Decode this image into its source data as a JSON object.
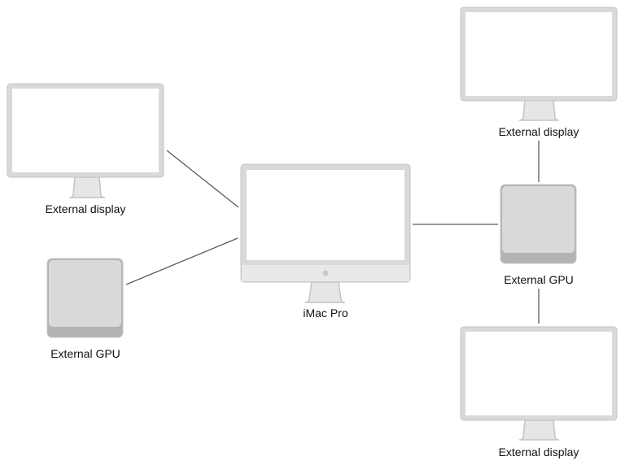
{
  "nodes": {
    "display_left_top": {
      "label": "External display",
      "kind": "display"
    },
    "gpu_left": {
      "label": "External GPU",
      "kind": "gpu"
    },
    "imac": {
      "label": "iMac Pro",
      "kind": "imac"
    },
    "display_right_top": {
      "label": "External display",
      "kind": "display"
    },
    "gpu_right": {
      "label": "External GPU",
      "kind": "gpu"
    },
    "display_right_bottom": {
      "label": "External display",
      "kind": "display"
    }
  },
  "connections": [
    [
      "imac",
      "display_left_top"
    ],
    [
      "imac",
      "gpu_left"
    ],
    [
      "imac",
      "gpu_right"
    ],
    [
      "gpu_right",
      "display_right_top"
    ],
    [
      "gpu_right",
      "display_right_bottom"
    ]
  ],
  "colors": {
    "line": "#5a5a5a",
    "device_border": "#c4c4c4",
    "device_body": "#d9d9d9",
    "screen": "#ffffff",
    "gpu_base": "#b3b3b3"
  }
}
